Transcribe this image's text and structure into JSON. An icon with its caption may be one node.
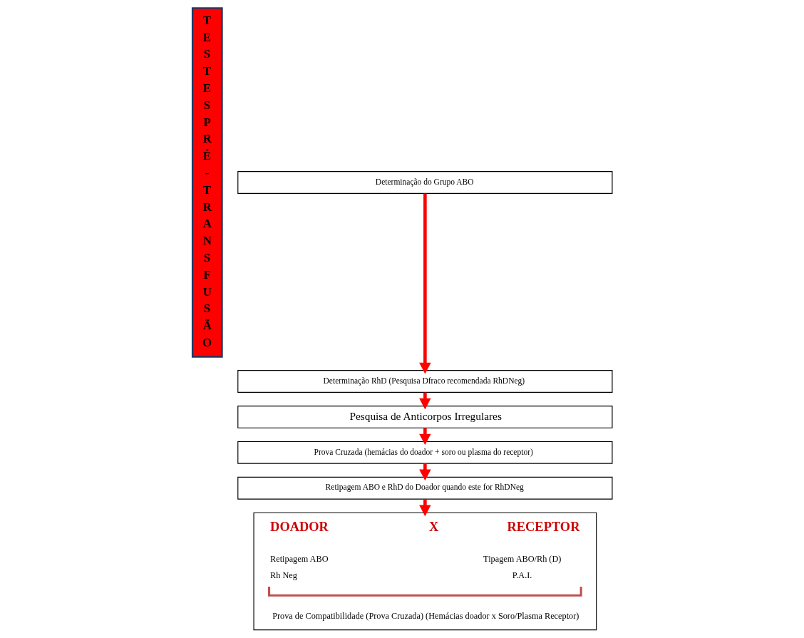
{
  "diagram": {
    "nodes": [
      {
        "text": [
          "TESTESPRÉ-TRANSFUSÃO"
        ]
      },
      {
        "text": [
          "Determinação do Grupo ABO"
        ]
      },
      {
        "text": [
          "Determinação RhD (Pesquisa Dfraco recomendada RhDNeg)"
        ]
      },
      {
        "text": [
          "Pesquisa de Anticorpos Irregulares"
        ]
      },
      {
        "text": [
          "Prova Cruzada (hemácias do doador + soro ou plasma do receptor)"
        ]
      },
      {
        "text": [
          "Retipagem ABO e RhD do Doador quando este for RhDNeg"
        ]
      },
      {
        "text": [
          "DOADOR",
          "X",
          "RECEPTOR",
          "Retipagem ABO",
          "Tipagem ABO/Rh (D)",
          "Rh Neg",
          "P.A.I.",
          "Prova de Compatibilidade (Prova Cruzada) (Hemácias doador x Soro/Plasma Receptor)"
        ]
      }
    ],
    "edges": [
      {
        "from": 1,
        "to": 2,
        "arrow": "to"
      },
      {
        "from": 2,
        "to": 3,
        "arrow": "to"
      },
      {
        "from": 3,
        "to": 4,
        "arrow": "to"
      },
      {
        "from": 4,
        "to": 5,
        "arrow": "to"
      },
      {
        "from": 5,
        "to": 6,
        "arrow": "to"
      }
    ]
  }
}
